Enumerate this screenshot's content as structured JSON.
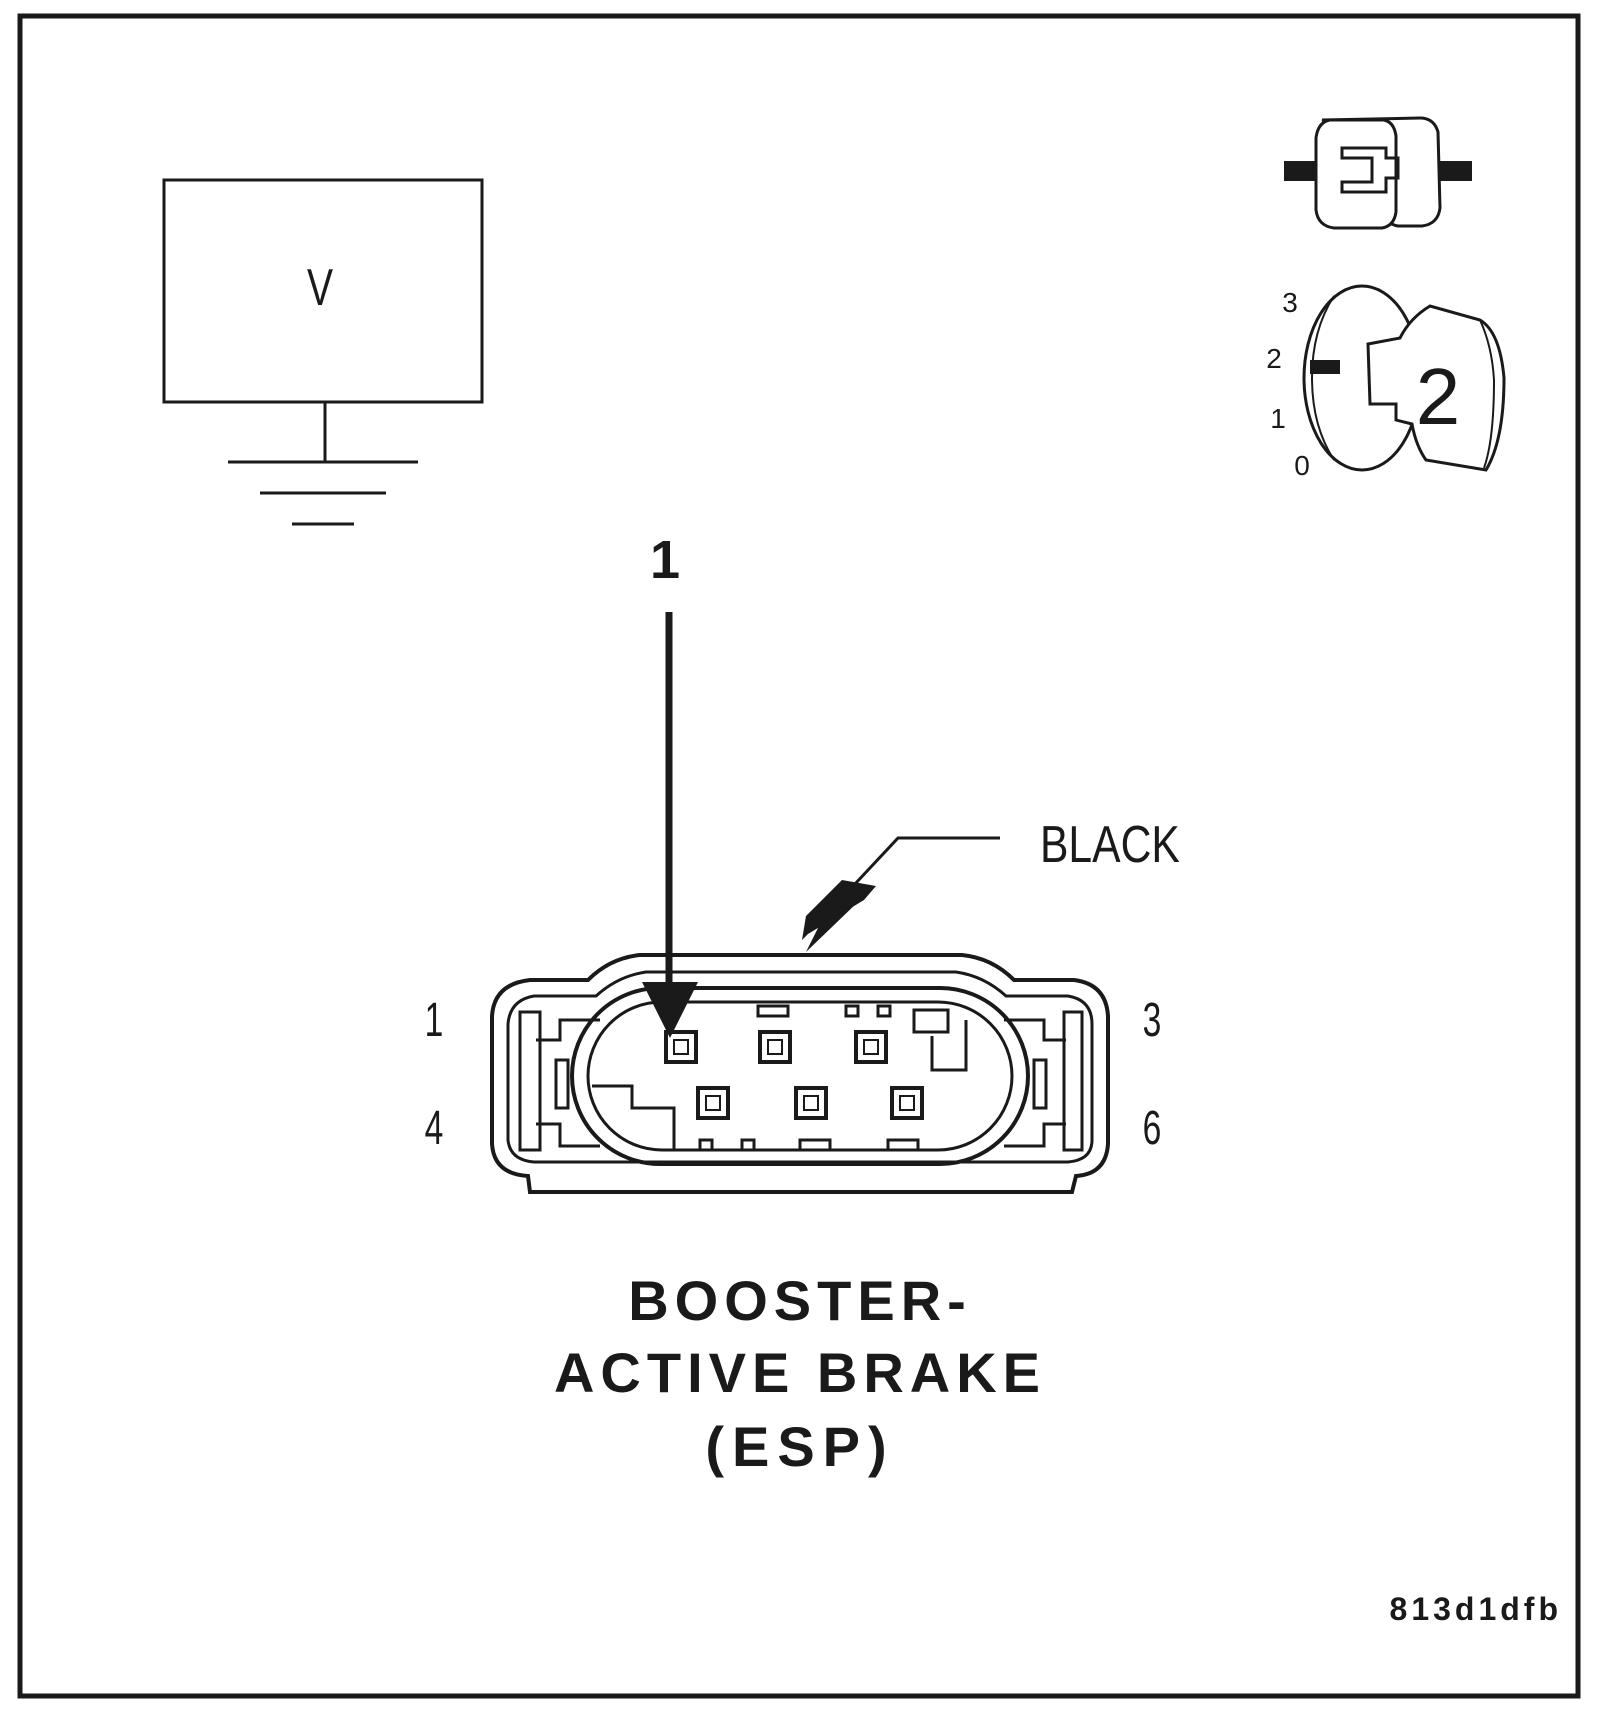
{
  "meter": {
    "symbol": "V"
  },
  "ignition": {
    "positions": [
      "3",
      "2",
      "1",
      "0"
    ],
    "key_number": "2"
  },
  "callout": {
    "number": "1"
  },
  "connector": {
    "color_label": "BLACK",
    "pin_labels": {
      "top_left": "1",
      "bottom_left": "4",
      "top_right": "3",
      "bottom_right": "6"
    },
    "name_lines": [
      "BOOSTER-",
      "ACTIVE BRAKE",
      "(ESP)"
    ]
  },
  "figure_id": "813d1dfb",
  "colors": {
    "ink": "#1a1a1a",
    "background": "#ffffff"
  }
}
